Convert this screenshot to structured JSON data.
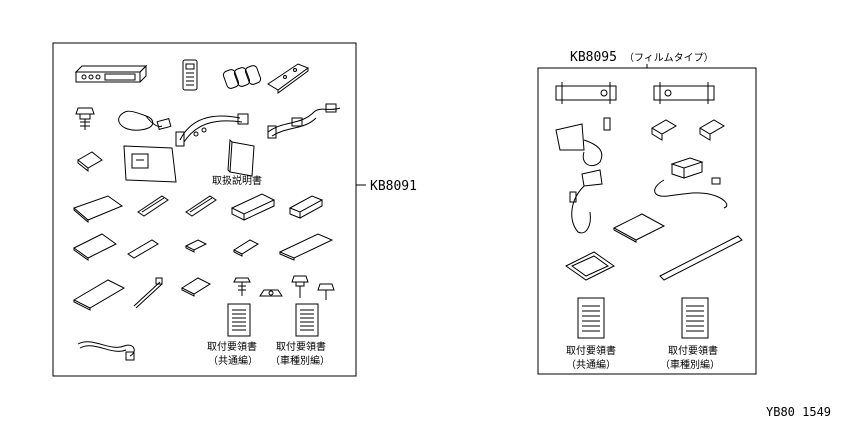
{
  "left_kit": {
    "code": "KB8091",
    "manual_label": "取扱説明書",
    "install_common_title": "取付要領書",
    "install_common_sub": "（共通編）",
    "install_vehicle_title": "取付要領書",
    "install_vehicle_sub": "（車種別編）"
  },
  "right_kit": {
    "code": "KB8095",
    "variant": "（フィルムタイプ）",
    "install_common_title": "取付要領書",
    "install_common_sub": "（共通編）",
    "install_vehicle_title": "取付要領書",
    "install_vehicle_sub": "（車種別編）"
  },
  "figure_id": "YB80 1549"
}
